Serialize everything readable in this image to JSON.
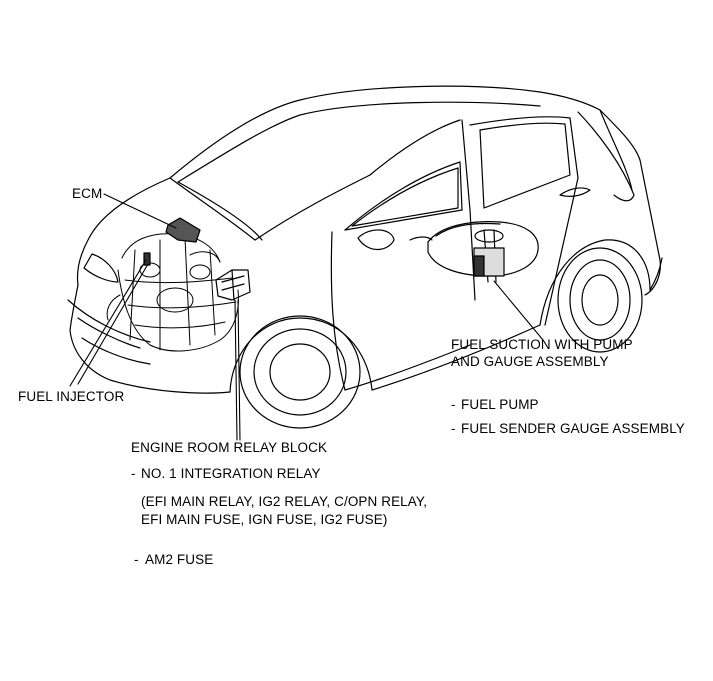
{
  "labels": {
    "ecm": "ECM",
    "fuel_injector": "FUEL INJECTOR",
    "engine_room_relay_block": "ENGINE ROOM RELAY BLOCK",
    "integration_relay": "NO. 1 INTEGRATION RELAY",
    "relay_list_line1": "(EFI MAIN RELAY, IG2 RELAY, C/OPN RELAY,",
    "relay_list_line2": "EFI MAIN FUSE, IGN FUSE, IG2 FUSE)",
    "am2_fuse": "AM2 FUSE",
    "fuel_suction_line1": "FUEL SUCTION WITH PUMP",
    "fuel_suction_line2": "AND GAUGE ASSEMBLY",
    "fuel_pump": "FUEL PUMP",
    "fuel_sender_gauge": "FUEL SENDER GAUGE ASSEMBLY"
  },
  "dash_glyph": "-"
}
